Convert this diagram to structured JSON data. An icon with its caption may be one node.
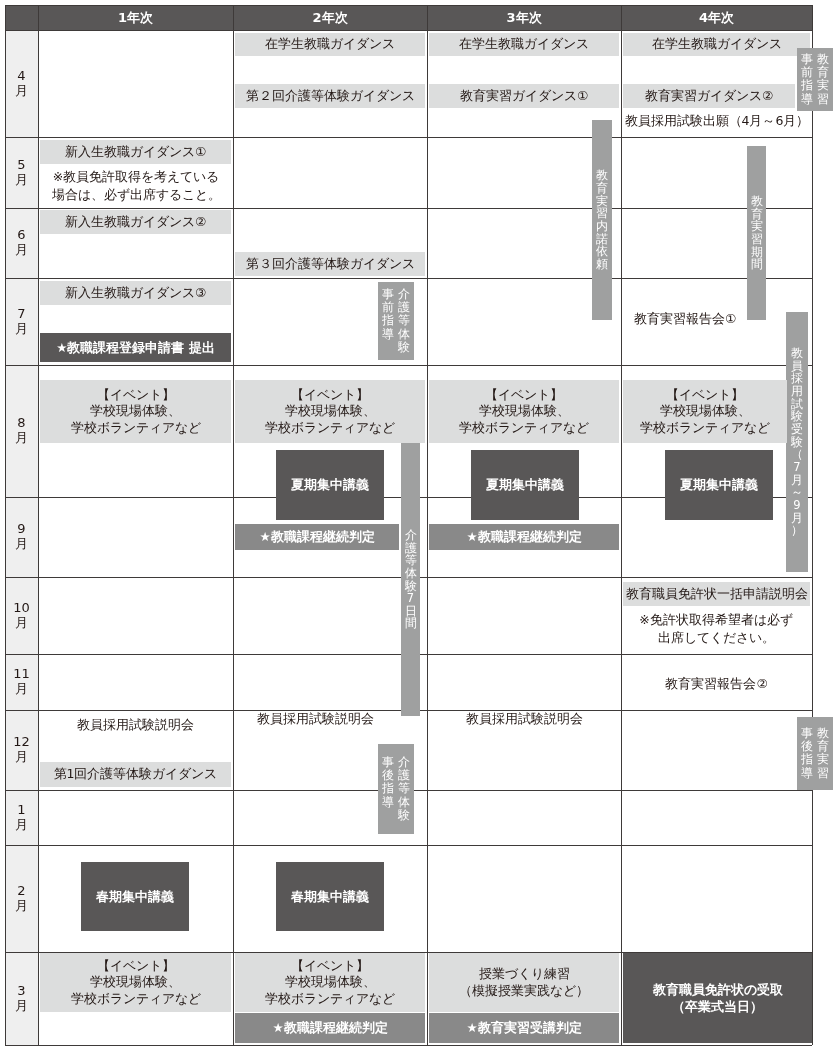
{
  "diagram": {
    "nodes": [
      {
        "text": [
          "在学生教職ガイダンス"
        ]
      },
      {
        "text": [
          "在学生教職ガイダンス"
        ]
      },
      {
        "text": [
          "在学生教職ガイダンス"
        ]
      },
      {
        "text": [
          "教育実習事前指導"
        ]
      },
      {
        "text": [
          "第２回介護等体験ガイダンス"
        ]
      },
      {
        "text": [
          "教育実習ガイダンス①"
        ]
      },
      {
        "text": [
          "教育実習ガイダンス②"
        ]
      },
      {
        "text": [
          "教育実習内諾依頼"
        ]
      },
      {
        "text": [
          "新入生教職ガイダンス①"
        ]
      },
      {
        "text": [
          "教育実習期間"
        ]
      },
      {
        "text": [
          "新入生教職ガイダンス②"
        ]
      },
      {
        "text": [
          "第３回介護等体験ガイダンス"
        ]
      },
      {
        "text": [
          "新入生教職ガイダンス③"
        ]
      },
      {
        "text": [
          "介護等体験事前指導"
        ]
      },
      {
        "text": [
          "★教職課程登録申請書 提出"
        ]
      },
      {
        "text": [
          "教員採用試験受験（7月～9月）"
        ]
      },
      {
        "text": [
          "【イベント】",
          "学校現場体験、",
          "学校ボランティアなど"
        ]
      },
      {
        "text": [
          "【イベント】",
          "学校現場体験、",
          "学校ボランティアなど"
        ]
      },
      {
        "text": [
          "【イベント】",
          "学校現場体験、",
          "学校ボランティアなど"
        ]
      },
      {
        "text": [
          "【イベント】",
          "学校現場体験、",
          "学校ボランティアなど"
        ]
      },
      {
        "text": [
          "介護等体験7日間"
        ]
      },
      {
        "text": [
          "夏期集中講義"
        ]
      },
      {
        "text": [
          "夏期集中講義"
        ]
      },
      {
        "text": [
          "夏期集中講義"
        ]
      },
      {
        "text": [
          "★教職課程継続判定"
        ]
      },
      {
        "text": [
          "★教職課程継続判定"
        ]
      },
      {
        "text": [
          "教育職員免許状一括申請説明会"
        ]
      },
      {
        "text": [
          "介護等体験事後指導"
        ]
      },
      {
        "text": [
          "教育実習事後指導"
        ]
      },
      {
        "text": [
          "第1回介護等体験ガイダンス"
        ]
      },
      {
        "text": [
          "春期集中講義"
        ]
      },
      {
        "text": [
          "春期集中講義"
        ]
      },
      {
        "text": [
          "【イベント】",
          "学校現場体験、",
          "学校ボランティアなど"
        ]
      },
      {
        "text": [
          "【イベント】",
          "学校現場体験、",
          "学校ボランティアなど"
        ]
      },
      {
        "text": [
          "授業づくり練習",
          "（模擬授業実践など）"
        ]
      },
      {
        "text": [
          "★教職課程継続判定"
        ]
      },
      {
        "text": [
          "★教育実習受講判定"
        ]
      },
      {
        "text": [
          "教育職員免許状の受取",
          "（卒業式当日）"
        ]
      }
    ],
    "labels": [
      "1年次",
      "2年次",
      "3年次",
      "4年次",
      "4月",
      "5月",
      "6月",
      "7月",
      "8月",
      "9月",
      "10月",
      "11月",
      "12月",
      "1月",
      "2月",
      "3月",
      "教員採用試験出願（4月～6月）",
      "※教員免許取得を考えている場合は、必ず出席すること。",
      "教育実習報告会①",
      "※免許状取得希望者は必ず出席してください。",
      "教育実習報告会②",
      "教員採用試験説明会",
      "教員採用試験説明会",
      "教員採用試験説明会"
    ]
  }
}
